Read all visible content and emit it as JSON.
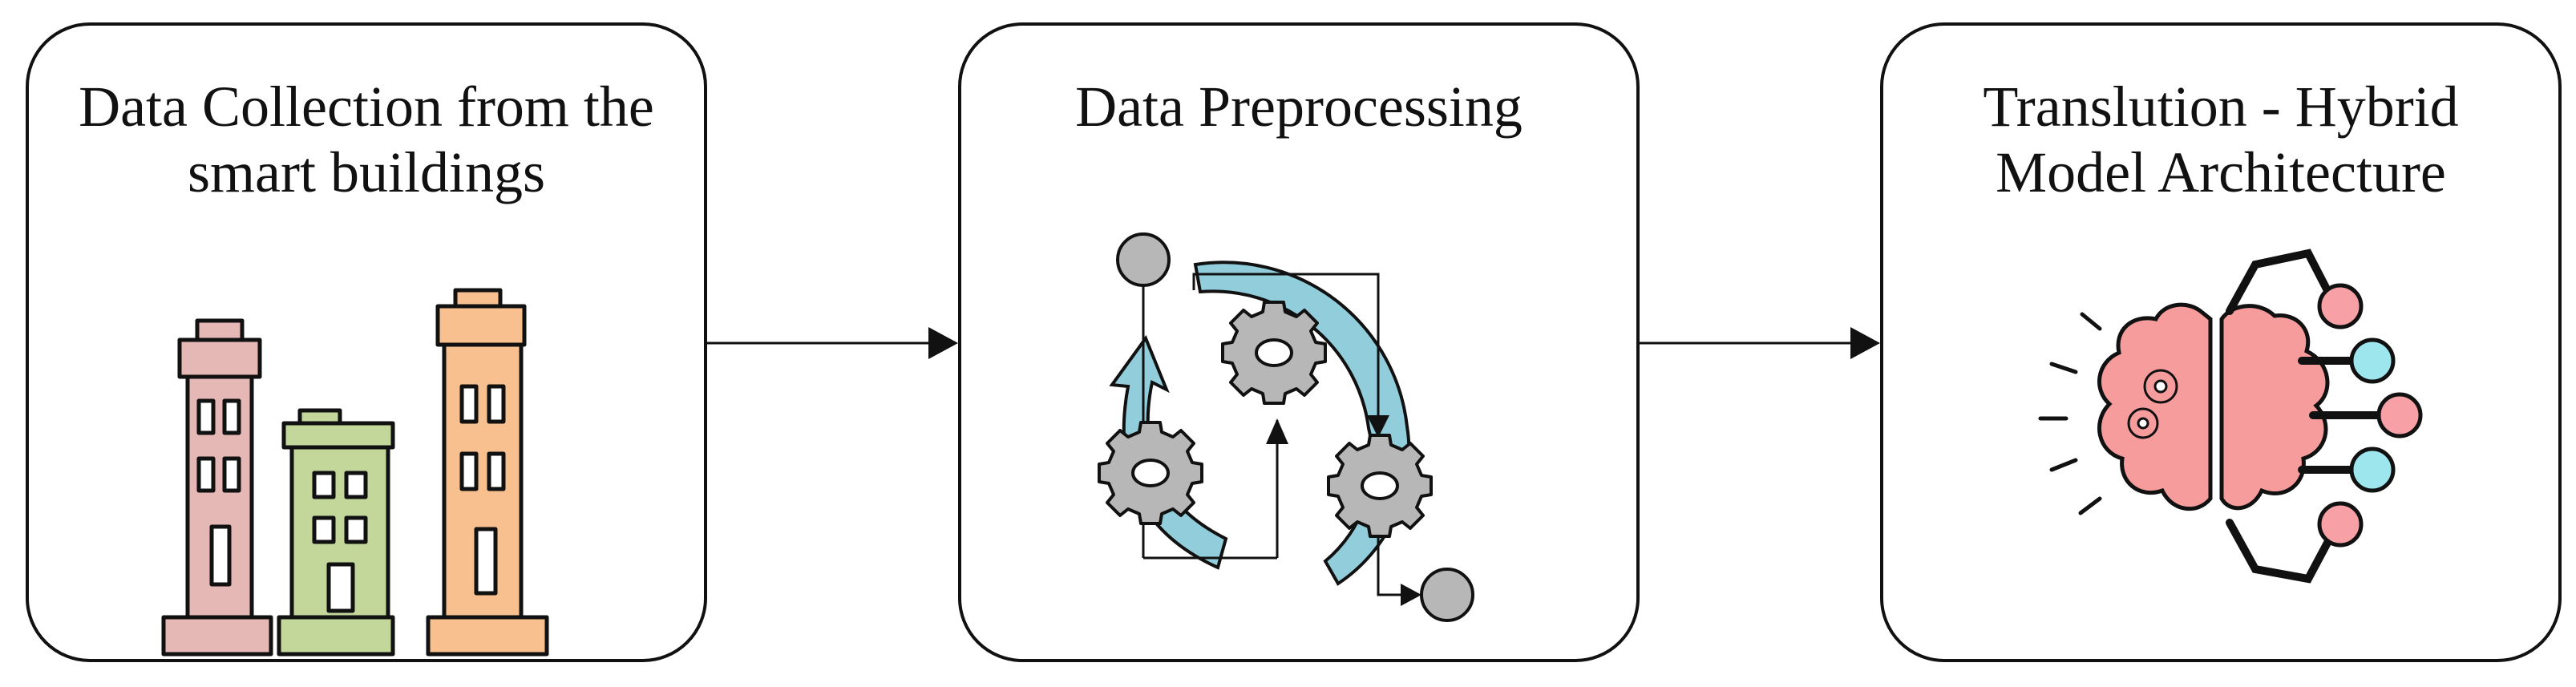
{
  "diagram": {
    "steps": [
      {
        "title_lines": [
          "Data Collection from the",
          "smart buildings"
        ],
        "icon": "buildings-icon"
      },
      {
        "title_lines": [
          "Data Preprocessing"
        ],
        "icon": "gear-cycle-icon"
      },
      {
        "title_lines": [
          "Translution - Hybrid",
          "Model Architecture"
        ],
        "icon": "brain-network-icon"
      }
    ],
    "connectors": [
      "arrow-right",
      "arrow-right"
    ]
  },
  "colors": {
    "border": "#111111",
    "building_pink": "#e6b8b5",
    "building_green": "#c4d79b",
    "building_orange": "#f8c08e",
    "cycle_blue": "#92cddc",
    "gear_gray": "#b7b7b7",
    "brain_pink": "#f69c9c",
    "node_pink": "#f7a1a6",
    "node_cyan": "#9ee6ee"
  }
}
